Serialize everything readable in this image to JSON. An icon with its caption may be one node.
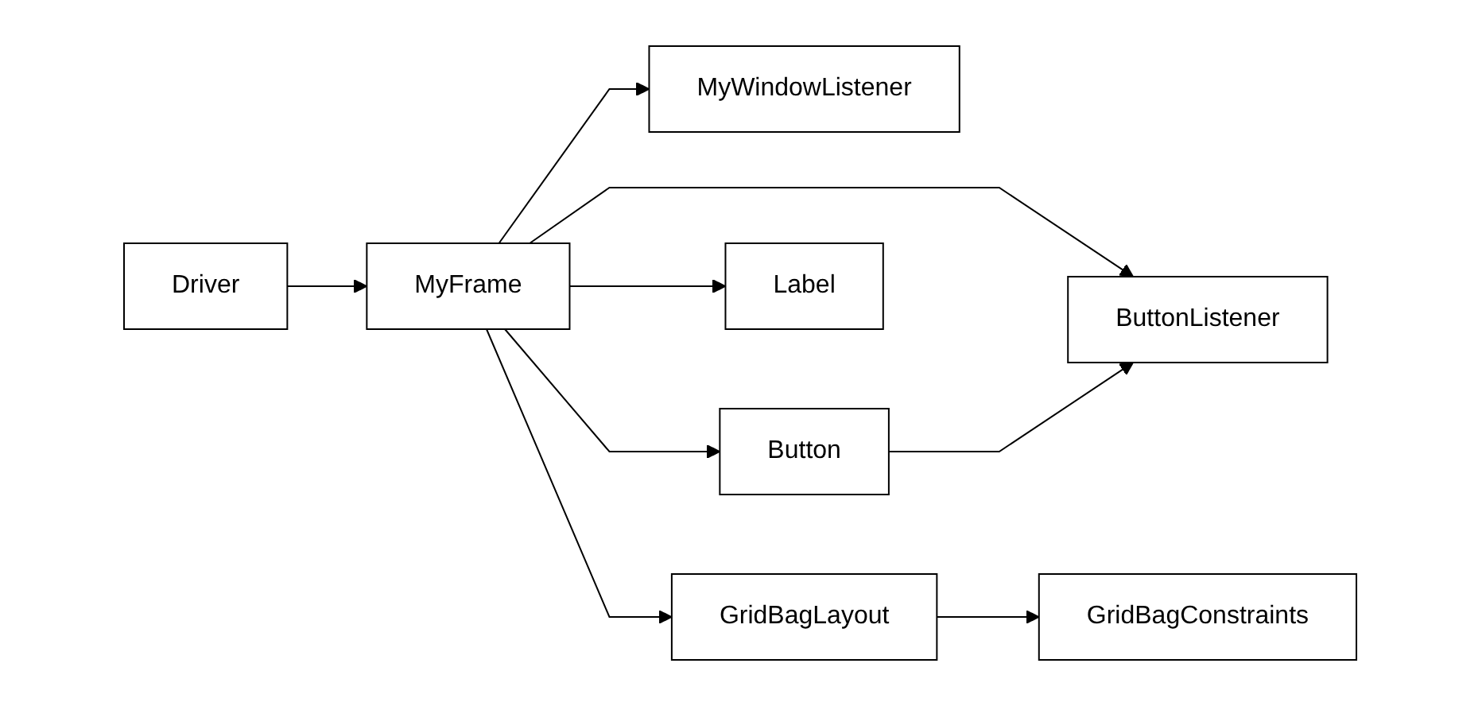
{
  "diagram": {
    "nodes": [
      {
        "text": [
          "Driver"
        ]
      },
      {
        "text": [
          "MyFrame"
        ]
      },
      {
        "text": [
          "MyWindowListener"
        ]
      },
      {
        "text": [
          "Button"
        ]
      },
      {
        "text": [
          "ButtonListener"
        ]
      },
      {
        "text": [
          "Label"
        ]
      },
      {
        "text": [
          "GridBagLayout"
        ]
      },
      {
        "text": [
          "GridBagConstraints"
        ]
      }
    ],
    "edges": [
      {
        "from": 0,
        "to": 1,
        "arrow": "to"
      },
      {
        "from": 1,
        "to": 2,
        "arrow": "to"
      },
      {
        "from": 1,
        "to": 3,
        "arrow": "to"
      },
      {
        "from": 1,
        "to": 4,
        "arrow": "to"
      },
      {
        "from": 1,
        "to": 5,
        "arrow": "to"
      },
      {
        "from": 1,
        "to": 6,
        "arrow": "to"
      },
      {
        "from": 3,
        "to": 4,
        "arrow": "to"
      },
      {
        "from": 6,
        "to": 7,
        "arrow": "to"
      }
    ]
  }
}
